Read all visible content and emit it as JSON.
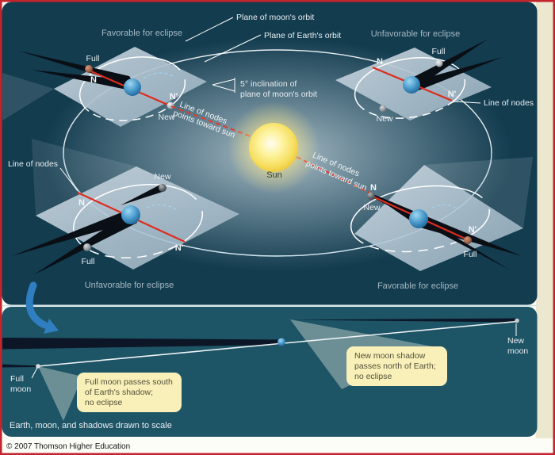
{
  "top_panel": {
    "labels": {
      "plane_of_moons_orbit": "Plane of moon's orbit",
      "plane_of_earths_orbit": "Plane of Earth's orbit",
      "inclination_line1": "5° inclination of",
      "inclination_line2": "plane of moon's orbit",
      "sun": "Sun",
      "line_of_nodes": "Line of nodes",
      "node_pointer": {
        "line1": "Line of nodes",
        "line2": "points toward sun"
      }
    },
    "quadrants": {
      "top_left": {
        "title": "Favorable for eclipse",
        "full": "Full",
        "new": "New",
        "node_n": "N",
        "node_n_prime": "N'"
      },
      "top_right": {
        "title": "Unfavorable for eclipse",
        "full": "Full",
        "new": "New",
        "node_n": "N",
        "node_n_prime": "N'"
      },
      "bottom_left": {
        "title": "Unfavorable for eclipse",
        "full": "Full",
        "new": "New",
        "node_n": "N",
        "node_n_prime": "N'"
      },
      "bottom_right": {
        "title": "Favorable for eclipse",
        "full": "Full",
        "new": "New",
        "node_n": "N",
        "node_n_prime": "N'"
      }
    }
  },
  "bottom_panel": {
    "full_moon_label": {
      "line1": "Full",
      "line2": "moon"
    },
    "new_moon_label": {
      "line1": "New",
      "line2": "moon"
    },
    "callout_full_moon": {
      "line1": "Full moon passes south",
      "line2": "of Earth's shadow;",
      "line3": "no eclipse"
    },
    "callout_new_moon": {
      "line1": "New moon shadow",
      "line2": "passes north of Earth;",
      "line3": "no eclipse"
    },
    "caption": "Earth, moon, and shadows drawn to scale"
  },
  "footer": {
    "copyright": "© 2007 Thomson Higher Education"
  },
  "colors": {
    "frame_red": "#c4242b",
    "upper_panel_teal": "#133c4f",
    "lower_panel_teal": "#1d5466",
    "cream_margin": "#ece7cf",
    "callout_yellow": "#f8f0b8",
    "sun_yellow": "#f6de5e",
    "node_line_red": "#dd2c1e",
    "arrow_blue": "#2f7fc0",
    "shadow_black": "#0c1626",
    "orbit_white": "#ffffff"
  }
}
